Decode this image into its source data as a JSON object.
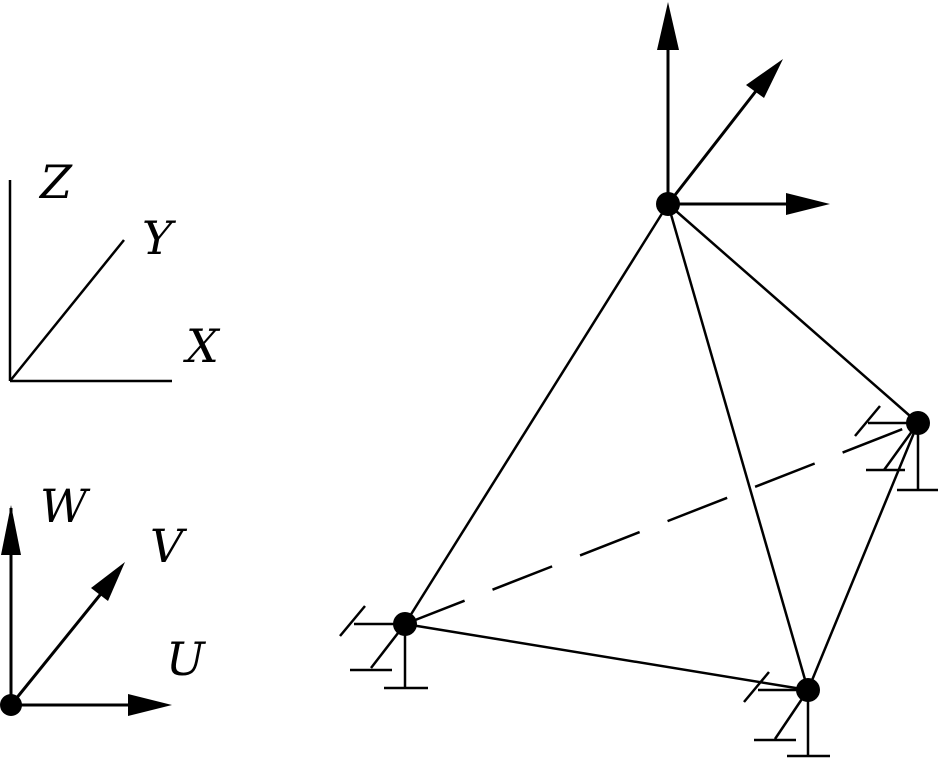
{
  "colors": {
    "ink": "#000000",
    "background": "#ffffff"
  },
  "global_axes": {
    "z_label": "Z",
    "y_label": "Y",
    "x_label": "X"
  },
  "displacement_axes": {
    "w_label": "W",
    "v_label": "V",
    "u_label": "U"
  },
  "tetrahedron": {
    "nodes": [
      "apex",
      "right",
      "left",
      "front"
    ],
    "free_node": "apex",
    "supported_nodes": [
      "right",
      "left",
      "front"
    ],
    "hidden_edge": [
      "left",
      "right"
    ]
  }
}
